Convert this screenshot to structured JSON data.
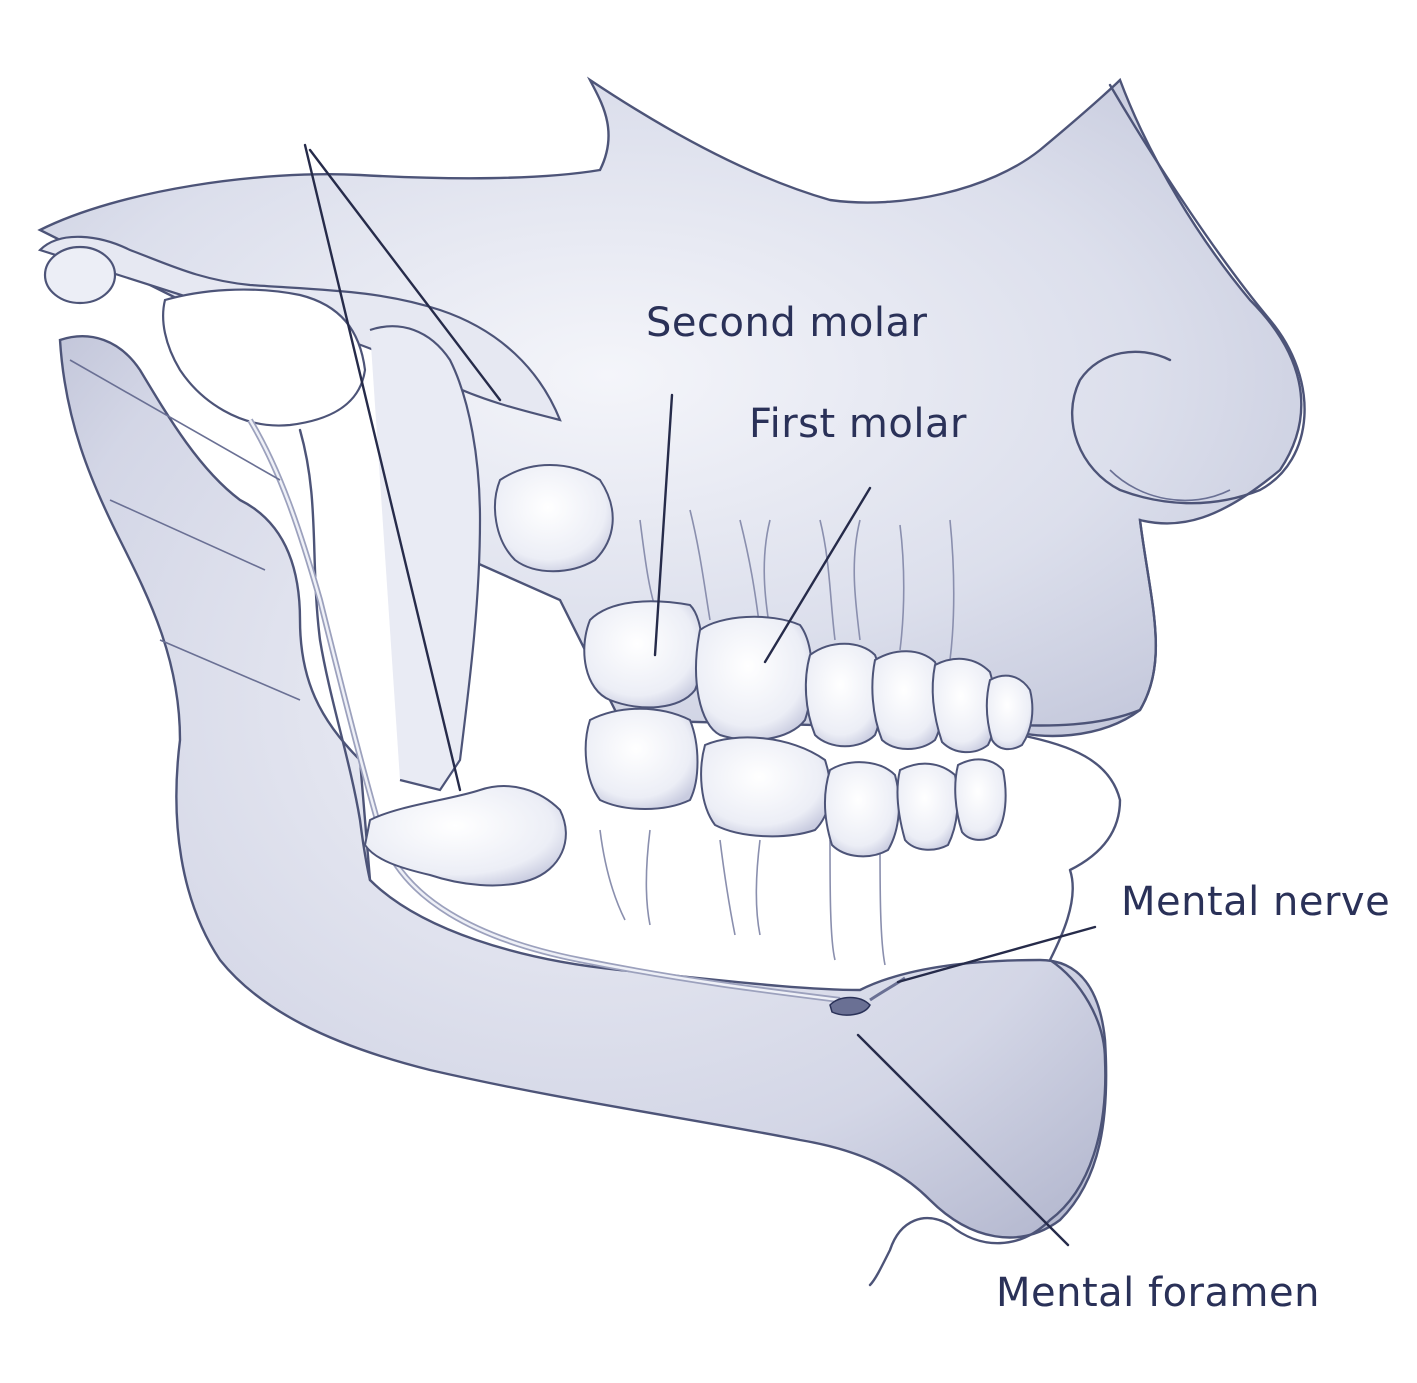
{
  "labels": {
    "second_molar": "Second molar",
    "first_molar": "First molar",
    "mental_nerve": "Mental nerve",
    "mental_foramen": "Mental foramen"
  },
  "colors": {
    "ink": "#2a3158",
    "bone_light": "#eef0f7",
    "bone_mid": "#d7dae9",
    "bone_shadow": "#b9bdd4",
    "tooth": "#fbfbfe",
    "nerve": "#c4c8dc"
  }
}
